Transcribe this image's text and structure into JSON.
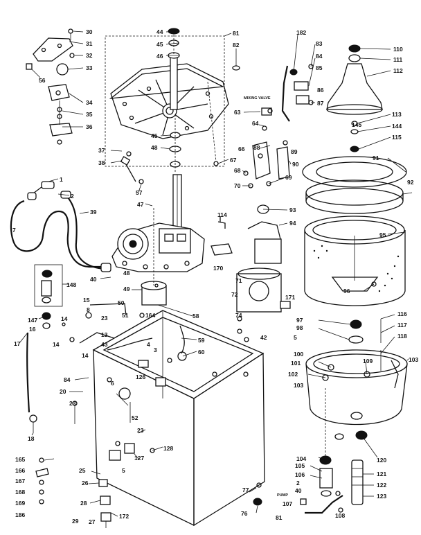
{
  "diagram": {
    "notes": {
      "mixing_valve": "MIXING VALVE",
      "pump": "PUMP"
    },
    "callouts": [
      {
        "id": "c30",
        "text": "30"
      },
      {
        "id": "c31",
        "text": "31"
      },
      {
        "id": "c32",
        "text": "32"
      },
      {
        "id": "c33",
        "text": "33"
      },
      {
        "id": "c56",
        "text": "56"
      },
      {
        "id": "c34",
        "text": "34"
      },
      {
        "id": "c35",
        "text": "35"
      },
      {
        "id": "c36",
        "text": "36"
      },
      {
        "id": "c44",
        "text": "44"
      },
      {
        "id": "c45",
        "text": "45"
      },
      {
        "id": "c46",
        "text": "46"
      },
      {
        "id": "c81",
        "text": "81"
      },
      {
        "id": "c82",
        "text": "82"
      },
      {
        "id": "c45b",
        "text": "45"
      },
      {
        "id": "c48",
        "text": "48"
      },
      {
        "id": "c67",
        "text": "67"
      },
      {
        "id": "c37",
        "text": "37"
      },
      {
        "id": "c38",
        "text": "38"
      },
      {
        "id": "c57",
        "text": "57"
      },
      {
        "id": "c47",
        "text": "47"
      },
      {
        "id": "c1",
        "text": "1"
      },
      {
        "id": "c2",
        "text": "2"
      },
      {
        "id": "c7",
        "text": "7"
      },
      {
        "id": "c39",
        "text": "39"
      },
      {
        "id": "c40",
        "text": "40"
      },
      {
        "id": "c48b",
        "text": "48"
      },
      {
        "id": "c49",
        "text": "49"
      },
      {
        "id": "c58",
        "text": "58"
      },
      {
        "id": "c148",
        "text": "148"
      },
      {
        "id": "c147",
        "text": "147"
      },
      {
        "id": "c16",
        "text": "16"
      },
      {
        "id": "c17",
        "text": "17"
      },
      {
        "id": "c18",
        "text": "18"
      },
      {
        "id": "c14",
        "text": "14"
      },
      {
        "id": "c14b",
        "text": "14"
      },
      {
        "id": "c14c",
        "text": "14"
      },
      {
        "id": "c15",
        "text": "15"
      },
      {
        "id": "c8",
        "text": "8"
      },
      {
        "id": "c50",
        "text": "50"
      },
      {
        "id": "c51",
        "text": "51"
      },
      {
        "id": "c23",
        "text": "23"
      },
      {
        "id": "c43",
        "text": "43"
      },
      {
        "id": "c13",
        "text": "13"
      },
      {
        "id": "c164",
        "text": "164"
      },
      {
        "id": "c59",
        "text": "59"
      },
      {
        "id": "c60",
        "text": "60"
      },
      {
        "id": "c4",
        "text": "4"
      },
      {
        "id": "c3",
        "text": "3"
      },
      {
        "id": "c84",
        "text": "84"
      },
      {
        "id": "c20",
        "text": "20"
      },
      {
        "id": "c6",
        "text": "6"
      },
      {
        "id": "c23b",
        "text": "23"
      },
      {
        "id": "c126",
        "text": "126"
      },
      {
        "id": "c52",
        "text": "52"
      },
      {
        "id": "c23c",
        "text": "23"
      },
      {
        "id": "c127",
        "text": "127"
      },
      {
        "id": "c128",
        "text": "128"
      },
      {
        "id": "c5",
        "text": "5"
      },
      {
        "id": "c165",
        "text": "165"
      },
      {
        "id": "c166",
        "text": "166"
      },
      {
        "id": "c167",
        "text": "167"
      },
      {
        "id": "c168",
        "text": "168"
      },
      {
        "id": "c169",
        "text": "169"
      },
      {
        "id": "c186",
        "text": "186"
      },
      {
        "id": "c25",
        "text": "25"
      },
      {
        "id": "c26",
        "text": "26"
      },
      {
        "id": "c28",
        "text": "28"
      },
      {
        "id": "c29",
        "text": "29"
      },
      {
        "id": "c27",
        "text": "27"
      },
      {
        "id": "c172",
        "text": "172"
      },
      {
        "id": "c77",
        "text": "77"
      },
      {
        "id": "c76",
        "text": "76"
      },
      {
        "id": "c182",
        "text": "182"
      },
      {
        "id": "c83",
        "text": "83"
      },
      {
        "id": "c84b",
        "text": "84"
      },
      {
        "id": "c85",
        "text": "85"
      },
      {
        "id": "c86",
        "text": "86"
      },
      {
        "id": "c87",
        "text": "87"
      },
      {
        "id": "c63",
        "text": "63"
      },
      {
        "id": "c64",
        "text": "64"
      },
      {
        "id": "c88",
        "text": "88"
      },
      {
        "id": "c89",
        "text": "89"
      },
      {
        "id": "c90",
        "text": "90"
      },
      {
        "id": "c66",
        "text": "66"
      },
      {
        "id": "c68",
        "text": "68"
      },
      {
        "id": "c70",
        "text": "70"
      },
      {
        "id": "c69",
        "text": "69"
      },
      {
        "id": "c114",
        "text": "114"
      },
      {
        "id": "c170",
        "text": "170"
      },
      {
        "id": "c93",
        "text": "93"
      },
      {
        "id": "c94",
        "text": "94"
      },
      {
        "id": "c71",
        "text": "71"
      },
      {
        "id": "c72",
        "text": "72"
      },
      {
        "id": "c171",
        "text": "171"
      },
      {
        "id": "c74",
        "text": "74"
      },
      {
        "id": "c42",
        "text": "42"
      },
      {
        "id": "c5b",
        "text": "5"
      },
      {
        "id": "c110",
        "text": "110"
      },
      {
        "id": "c111",
        "text": "111"
      },
      {
        "id": "c112",
        "text": "112"
      },
      {
        "id": "c113",
        "text": "113"
      },
      {
        "id": "c145",
        "text": "145"
      },
      {
        "id": "c144",
        "text": "144"
      },
      {
        "id": "c115",
        "text": "115"
      },
      {
        "id": "c91",
        "text": "91"
      },
      {
        "id": "c92",
        "text": "92"
      },
      {
        "id": "c95",
        "text": "95"
      },
      {
        "id": "c96",
        "text": "96"
      },
      {
        "id": "c97",
        "text": "97"
      },
      {
        "id": "c98",
        "text": "98"
      },
      {
        "id": "c116",
        "text": "116"
      },
      {
        "id": "c117",
        "text": "117"
      },
      {
        "id": "c118",
        "text": "118"
      },
      {
        "id": "c103",
        "text": "103"
      },
      {
        "id": "c100",
        "text": "100"
      },
      {
        "id": "c101",
        "text": "101"
      },
      {
        "id": "c102",
        "text": "102"
      },
      {
        "id": "c103b",
        "text": "103"
      },
      {
        "id": "c109",
        "text": "109"
      },
      {
        "id": "c120",
        "text": "120"
      },
      {
        "id": "c104",
        "text": "104"
      },
      {
        "id": "c105",
        "text": "105"
      },
      {
        "id": "c106",
        "text": "106"
      },
      {
        "id": "c2b",
        "text": "2"
      },
      {
        "id": "c40b",
        "text": "40"
      },
      {
        "id": "c107",
        "text": "107"
      },
      {
        "id": "c81b",
        "text": "81"
      },
      {
        "id": "c108",
        "text": "108"
      },
      {
        "id": "c121",
        "text": "121"
      },
      {
        "id": "c122",
        "text": "122"
      },
      {
        "id": "c123",
        "text": "123"
      }
    ]
  }
}
